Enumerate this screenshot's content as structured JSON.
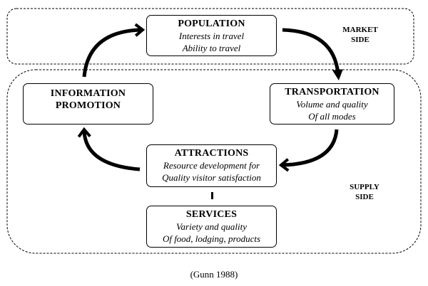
{
  "regions": {
    "market": {
      "label_line1": "MARKET",
      "label_line2": "SIDE"
    },
    "supply": {
      "label_line1": "SUPPLY",
      "label_line2": "SIDE"
    }
  },
  "nodes": {
    "population": {
      "title": "POPULATION",
      "line1": "Interests in travel",
      "line2": "Ability to travel"
    },
    "transportation": {
      "title": "TRANSPORTATION",
      "line1": "Volume and quality",
      "line2": "Of all modes"
    },
    "attractions": {
      "title": "ATTRACTIONS",
      "line1": "Resource development for",
      "line2": "Quality visitor satisfaction"
    },
    "services": {
      "title": "SERVICES",
      "line1": "Variety and quality",
      "line2": "Of food, lodging, products"
    },
    "information": {
      "title_line1": "INFORMATION",
      "title_line2": "PROMOTION"
    }
  },
  "caption": "(Gunn 1988)"
}
